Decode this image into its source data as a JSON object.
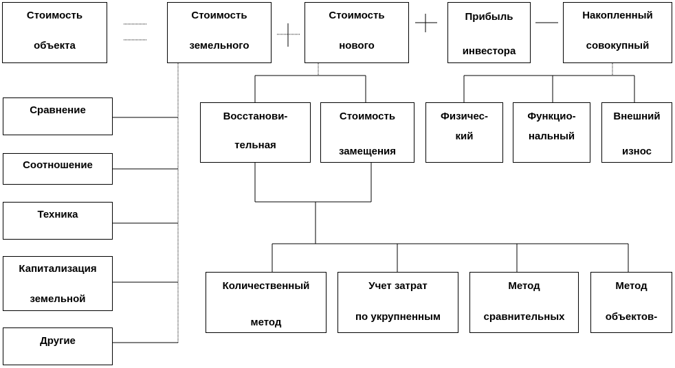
{
  "colors": {
    "line": "#000000",
    "background": "#ffffff",
    "text": "#000000"
  },
  "top_row": {
    "object_cost": [
      "Стоимость",
      "объекта"
    ],
    "land_cost": [
      "Стоимость",
      "земельного"
    ],
    "new_cost": [
      "Стоимость",
      "нового"
    ],
    "investor_profit": [
      "Прибыль",
      "инвестора"
    ],
    "accumulated": [
      "Накопленный",
      "совокупный"
    ]
  },
  "land_methods": {
    "comparison": [
      "Сравнение"
    ],
    "ratio": [
      "Соотношение"
    ],
    "technique": [
      "Техника"
    ],
    "capitalization": [
      "Капитализация",
      "земельной"
    ],
    "other": [
      "Другие"
    ]
  },
  "new_cost_types": {
    "reproduction": [
      "Восстанови-",
      "тельная"
    ],
    "replacement": [
      "Стоимость",
      "замещения"
    ]
  },
  "wear_types": {
    "physical": [
      "Физичес-",
      "кий"
    ],
    "functional": [
      "Функцио-",
      "нальный"
    ],
    "external": [
      "Внешний",
      "износ"
    ]
  },
  "estimation_methods": {
    "quantitative": [
      "Количественный",
      "метод"
    ],
    "cost_accounting": [
      "Учет затрат",
      "по укрупненным"
    ],
    "comparative": [
      "Метод",
      "сравнительных"
    ],
    "objects": [
      "Метод",
      "объектов-"
    ]
  }
}
